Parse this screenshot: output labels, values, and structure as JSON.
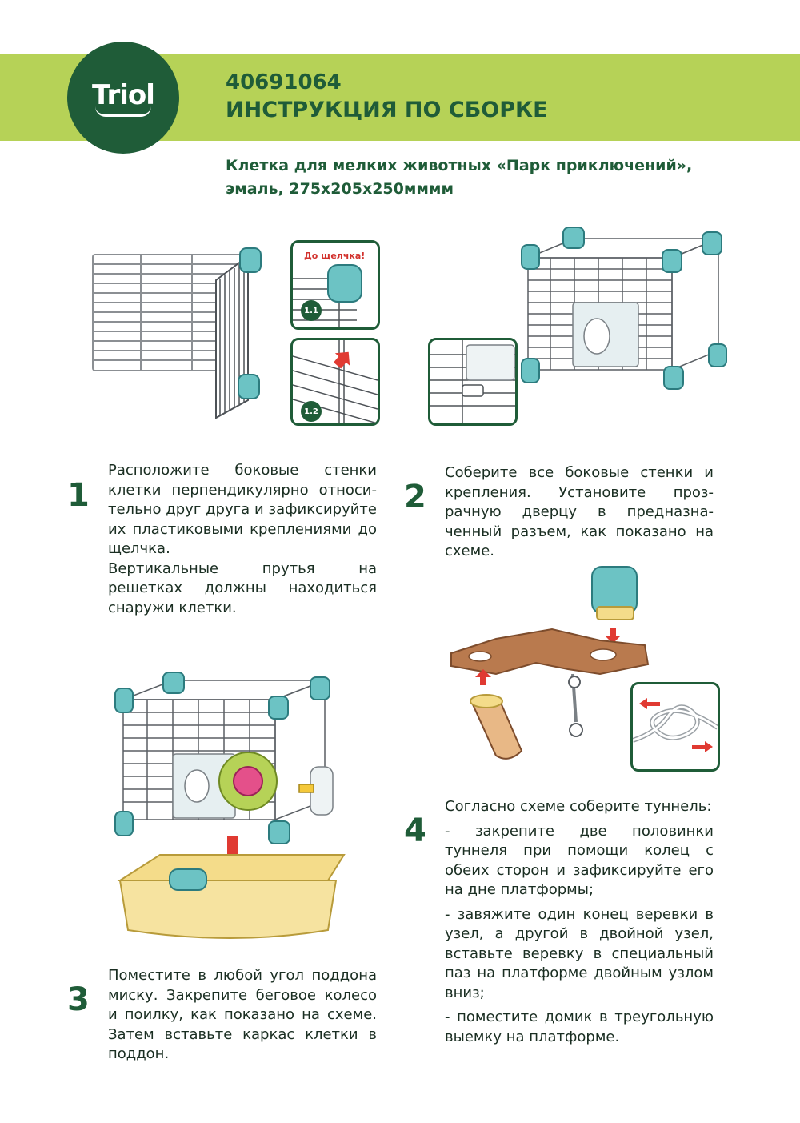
{
  "header": {
    "logo_text": "Triol",
    "code": "40691064",
    "title": "ИНСТРУКЦИЯ ПО СБОРКЕ",
    "subtitle_line1": "Клетка для мелких животных «Парк приключений»,",
    "subtitle_line2": "эмаль, 275x205x250мммм"
  },
  "colors": {
    "band": "#b6d257",
    "brand_green": "#1f5c38",
    "teal": "#6cc3c4",
    "tray_yellow": "#f4dc8a",
    "platform_brown": "#b97a4e",
    "arrow_red": "#e03a32"
  },
  "insets": {
    "label_click": "До щелчка!",
    "badge_1_1": "1.1",
    "badge_1_2": "1.2"
  },
  "steps": [
    {
      "number": "1",
      "paragraphs": [
        "Расположите боковые стенки клетки перпендикулярно относи-тельно друг друга и зафиксируйте их пластиковыми креплениями до щелчка.",
        "Вертикальные прутья на решетках должны находиться снаружи клетки."
      ]
    },
    {
      "number": "2",
      "paragraphs": [
        "Соберите все боковые стенки и крепления. Установите проз-рачную дверцу в предназна-ченный разъем, как показано на схеме."
      ]
    },
    {
      "number": "3",
      "paragraphs": [
        "Поместите в любой угол поддона миску. Закрепите беговое колесо и поилку, как показано на схеме. Затем вставьте каркас клетки в поддон."
      ]
    },
    {
      "number": "4",
      "paragraphs": [
        "Согласно схеме соберите туннель:",
        "- закрепите две половинки туннеля при помощи колец с обеих сторон и зафиксируйте его на дне платформы;",
        "- завяжите один конец веревки в узел, а другой в двойной узел, вставьте веревку в специальный паз на платформе двойным узлом вниз;",
        "- поместите домик в треугольную выемку на платформе."
      ]
    }
  ]
}
